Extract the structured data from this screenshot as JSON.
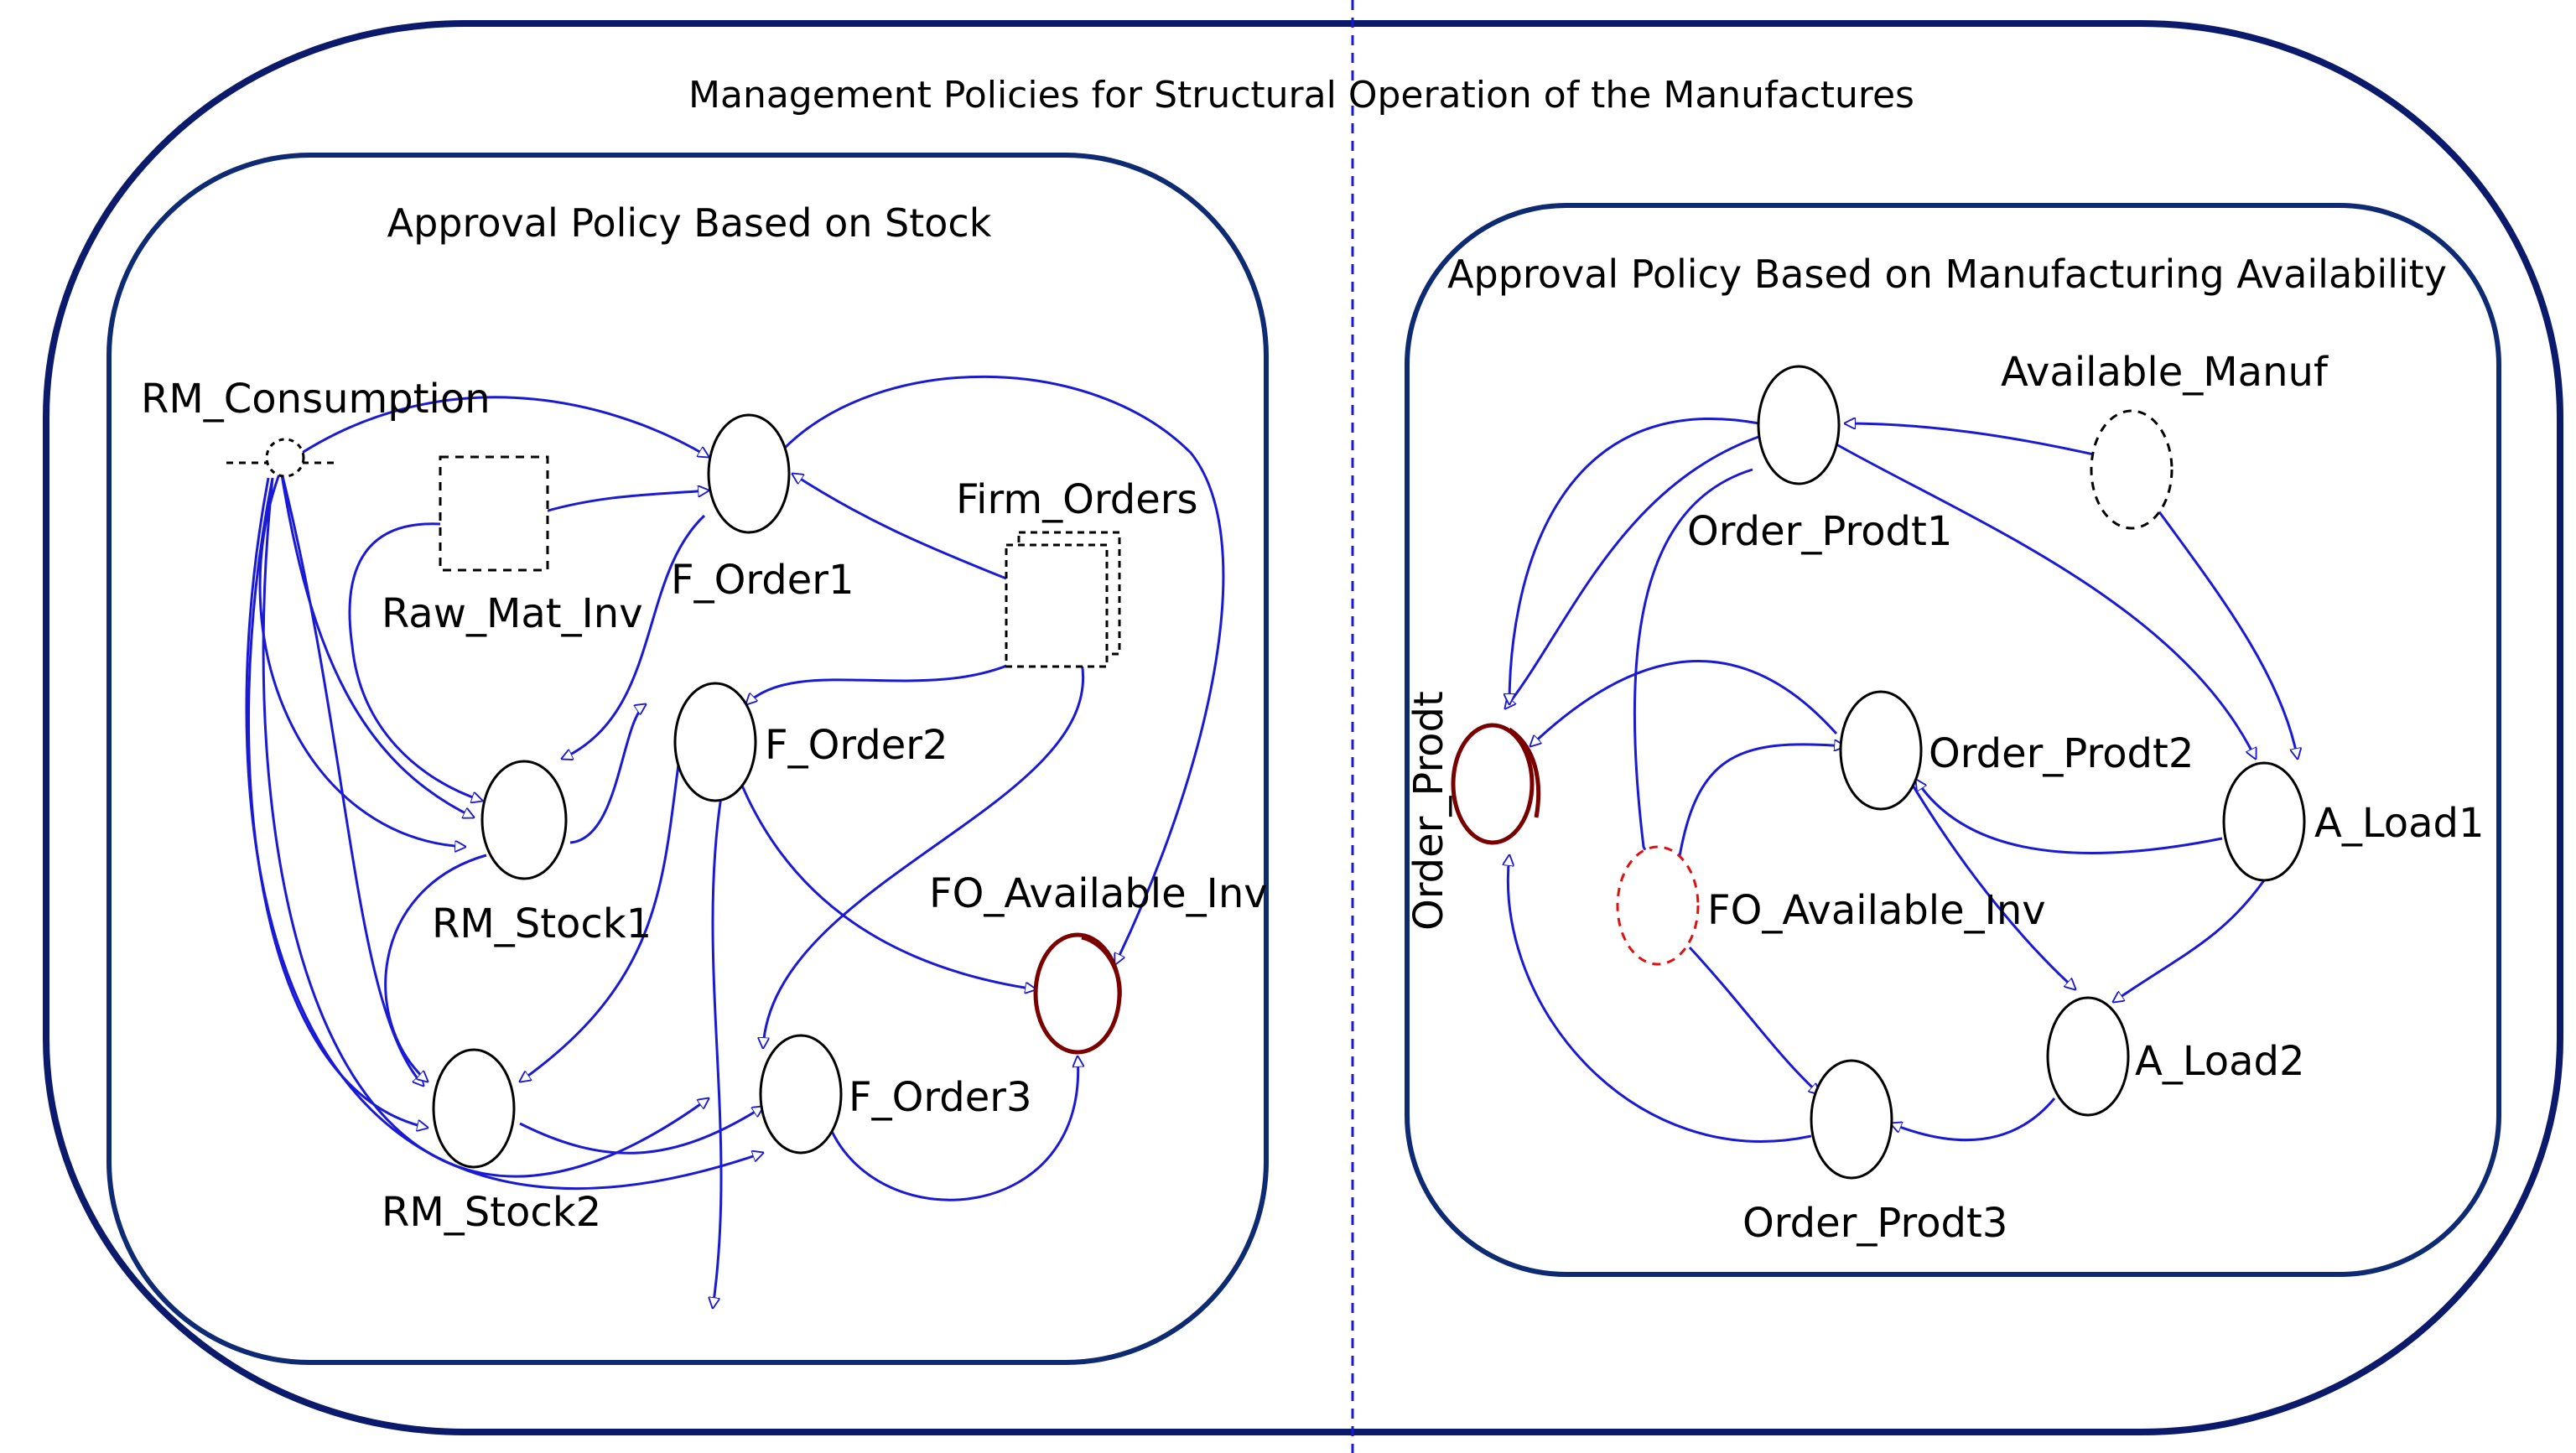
{
  "title": "Management Policies for Structural Operation of the Manufactures",
  "left_section": {
    "title": "Approval Policy Based on Stock",
    "nodes": {
      "rm_consumption": "RM_Consumption",
      "raw_mat_inv": "Raw_Mat_Inv",
      "f_order1": "F_Order1",
      "firm_orders": "Firm_Orders",
      "f_order2": "F_Order2",
      "rm_stock1": "RM_Stock1",
      "fo_available_inv": "FO_Available_Inv",
      "rm_stock2": "RM_Stock2",
      "f_order3": "F_Order3"
    }
  },
  "right_section": {
    "title": "Approval Policy Based on Manufacturing Availability",
    "nodes": {
      "available_manuf": "Available_Manuf",
      "order_prodt1": "Order_Prodt1",
      "order_prodt": "Order_Prodt",
      "order_prodt2": "Order_Prodt2",
      "a_load1": "A_Load1",
      "fo_available_inv": "FO_Available_Inv",
      "a_load2": "A_Load2",
      "order_prodt3": "Order_Prodt3"
    }
  },
  "colors": {
    "link": "#1a1ad6",
    "frame": "#0b1a6b",
    "highlight_node": "#7a0000",
    "ghost_red": "#e01010"
  }
}
